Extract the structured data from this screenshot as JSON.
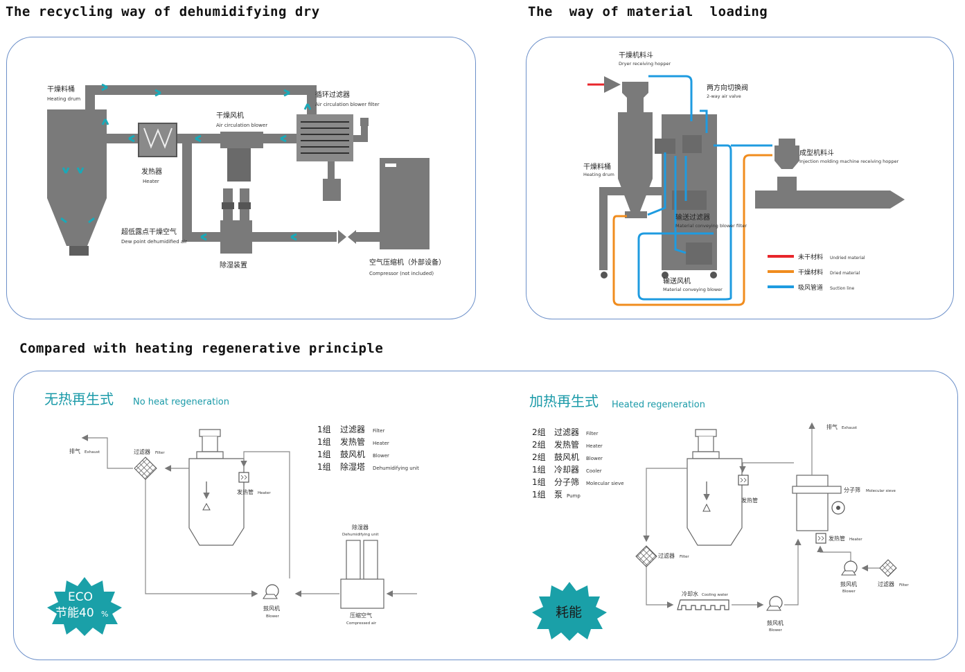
{
  "headers": {
    "dry": "The recycling way of dehumidifying dry",
    "loading": "The  way of material  loading",
    "compare": "Compared with heating regenerative principle"
  },
  "colors": {
    "panel_border": "#6b8fc9",
    "duct": "#7a7a7a",
    "flow_arrow": "#1aa9b8",
    "undried": "#e8262b",
    "dried": "#f08c1e",
    "suction": "#1e9be0",
    "teal_text": "#1a9aa8",
    "badge": "#1aa0a8"
  },
  "dry_panel": {
    "drum_cn": "干燥料桶",
    "drum_en": "Heating drum",
    "filter_cn": "循环过滤器",
    "filter_en": "Air circulation blower filter",
    "blower_cn": "干燥风机",
    "blower_en": "Air circulation blower",
    "heater_cn": "发热器",
    "heater_en": "Heater",
    "dew_cn": "超低露点干燥空气",
    "dew_en": "Dew point dehumidified air",
    "dehum_cn": "除湿装置",
    "comp_cn": "空气压缩机（外部设备）",
    "comp_en": "Compressor (not included)"
  },
  "loading_panel": {
    "hopper_cn": "干燥机料斗",
    "hopper_en": "Dryer receiving hopper",
    "valve_cn": "两方向切换阀",
    "valve_en": "2-way air valve",
    "drum_cn": "干燥料桶",
    "drum_en": "Heating drum",
    "imm_cn": "成型机料斗",
    "imm_en": "Injection molding machine receiving hopper",
    "filter_cn": "输送过滤器",
    "filter_en": "Material conveying blower filter",
    "blower_cn": "输送风机",
    "blower_en": "Material conveying blower",
    "legend": [
      {
        "cn": "未干材料",
        "en": "Undried material",
        "color": "#e8262b"
      },
      {
        "cn": "干燥材料",
        "en": "Dried material",
        "color": "#f08c1e"
      },
      {
        "cn": "吸风管道",
        "en": "Suction line",
        "color": "#1e9be0"
      }
    ]
  },
  "noheat": {
    "title_cn": "无热再生式",
    "title_en": "No heat regeneration",
    "specs": [
      {
        "qty": "1组",
        "cn": "过滤器",
        "en": "Filter"
      },
      {
        "qty": "1组",
        "cn": "发热管",
        "en": "Heater"
      },
      {
        "qty": "1组",
        "cn": "鼓风机",
        "en": "Blower"
      },
      {
        "qty": "1组",
        "cn": "除湿塔",
        "en": "Dehumidifying unit"
      }
    ],
    "exhaust_cn": "排气",
    "exhaust_en": "Exhaust",
    "filter_cn": "过滤器",
    "filter_en": "Filter",
    "heater_cn": "发热管",
    "heater_en": "Heater",
    "tower_cn": "除湿器",
    "tower_en": "Dehumidifying unit",
    "blower_cn": "鼓风机",
    "blower_en": "Blower",
    "comp_cn": "压缩空气",
    "comp_en": "Compressed air",
    "badge_line1": "ECO",
    "badge_line2": "节能40",
    "badge_pct": "%"
  },
  "heated": {
    "title_cn": "加热再生式",
    "title_en": "Heated regeneration",
    "specs": [
      {
        "qty": "2组",
        "cn": "过滤器",
        "en": "Filter"
      },
      {
        "qty": "2组",
        "cn": "发热管",
        "en": "Heater"
      },
      {
        "qty": "2组",
        "cn": "鼓风机",
        "en": "Blower"
      },
      {
        "qty": "1组",
        "cn": "冷却器",
        "en": "Cooler"
      },
      {
        "qty": "1组",
        "cn": "分子筛",
        "en": "Molecular sieve"
      },
      {
        "qty": "1组",
        "cn": "泵",
        "en": "Pump"
      }
    ],
    "exhaust_cn": "排气",
    "exhaust_en": "Exhaust",
    "heater_cn": "发热管",
    "sieve_cn": "分子筛",
    "sieve_en": "Molecular sieve",
    "heater2_cn": "发热管",
    "heater2_en": "Heater",
    "filter_cn": "过滤器",
    "filter_en": "Filter",
    "cooling_cn": "冷却水",
    "cooling_en": "Cooling water",
    "blower_cn": "鼓风机",
    "blower_en": "Blower",
    "blower2_cn": "鼓风机",
    "blower2_en": "Blower",
    "filter2_cn": "过滤器",
    "filter2_en": "Filter",
    "badge": "耗能"
  }
}
